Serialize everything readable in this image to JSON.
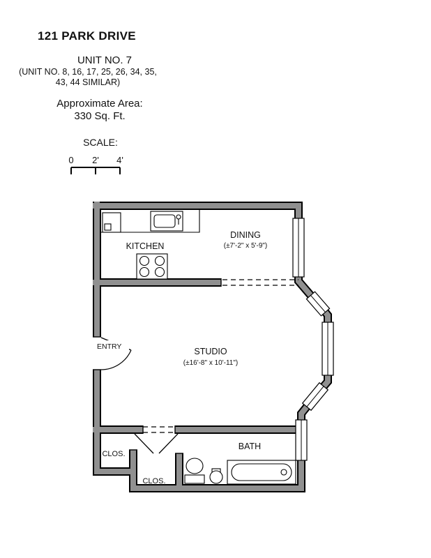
{
  "header": {
    "address": "121 PARK DRIVE",
    "unit": "UNIT NO. 7",
    "similar_1": "(UNIT NO. 8, 16, 17, 25, 26, 34, 35,",
    "similar_2": "43, 44 SIMILAR)",
    "area_label": "Approximate Area:",
    "area_value": "330 Sq. Ft.",
    "scale_label": "SCALE:"
  },
  "scale_bar": {
    "tick_0": "0",
    "tick_2": "2'",
    "tick_4": "4'"
  },
  "rooms": {
    "kitchen": "KITCHEN",
    "dining": "DINING",
    "dining_dims": "(±7'-2\" x 5'-9\")",
    "studio": "STUDIO",
    "studio_dims": "(±16'-8\" x 10'-11\")",
    "entry": "ENTRY",
    "closet_1": "CLOS.",
    "closet_2": "CLOS.",
    "bath": "BATH"
  },
  "colors": {
    "background": "#ffffff",
    "wall_fill": "#909090",
    "wall_edge": "#000000",
    "text": "#111111"
  }
}
